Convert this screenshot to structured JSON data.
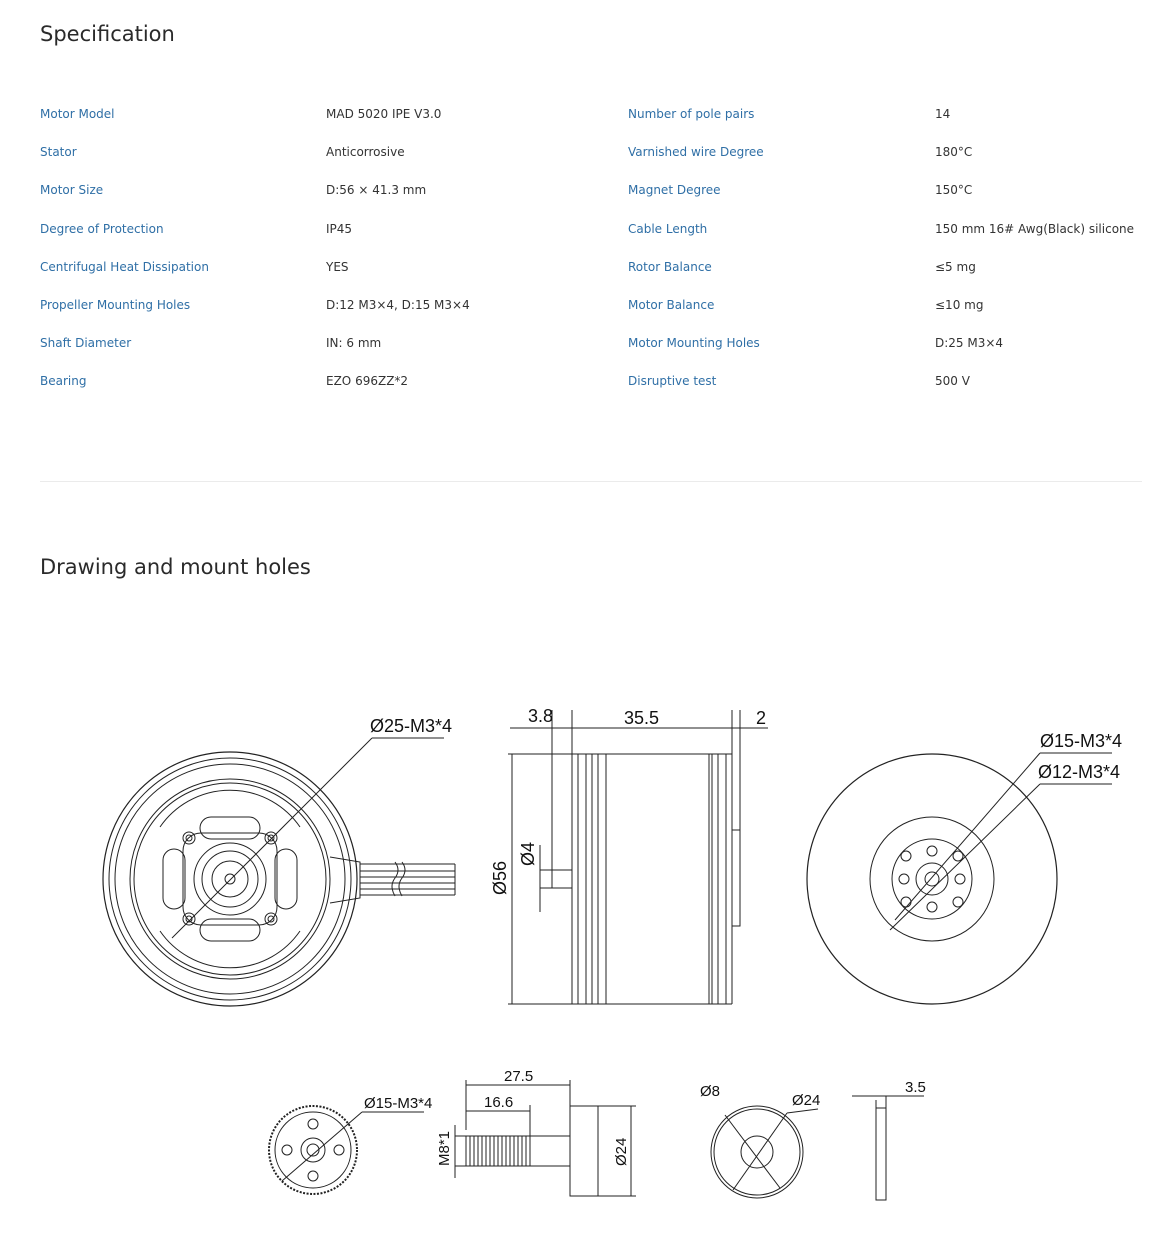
{
  "spec_section": {
    "title": "Specification",
    "rows": [
      {
        "label_left": "Motor Model",
        "value_left": "MAD 5020 IPE V3.0",
        "label_right": "Number of pole pairs",
        "value_right": "14"
      },
      {
        "label_left": "Stator",
        "value_left": "Anticorrosive",
        "label_right": "Varnished wire Degree",
        "value_right": "180°C"
      },
      {
        "label_left": "Motor Size",
        "value_left": "D:56 × 41.3 mm",
        "label_right": "Magnet Degree",
        "value_right": "150°C"
      },
      {
        "label_left": "Degree of Protection",
        "value_left": "IP45",
        "label_right": "Cable Length",
        "value_right": "150 mm 16# Awg(Black) silicone"
      },
      {
        "label_left": "Centrifugal Heat Dissipation",
        "value_left": "YES",
        "label_right": "Rotor Balance",
        "value_right": "≤5 mg"
      },
      {
        "label_left": "Propeller Mounting Holes",
        "value_left": "D:12 M3×4,  D:15 M3×4",
        "label_right": "Motor Balance",
        "value_right": "≤10 mg"
      },
      {
        "label_left": "Shaft Diameter",
        "value_left": "IN: 6 mm",
        "label_right": "Motor Mounting Holes",
        "value_right": "D:25 M3×4"
      },
      {
        "label_left": "Bearing",
        "value_left": "EZO 696ZZ*2",
        "label_right": "Disruptive test",
        "value_right": "500 V"
      }
    ]
  },
  "drawing_section": {
    "title": "Drawing and mount holes",
    "labels": {
      "base_holes": "Ø25-M3*4",
      "side_left": "3.8",
      "side_middle": "35.5",
      "side_right": "2",
      "side_diameter": "Ø56",
      "shaft_diameter": "Ø4",
      "top_holes_outer": "Ø15-M3*4",
      "top_holes_inner": "Ø12-M3*4",
      "adapter_holes": "Ø15-M3*4",
      "shaft_total": "27.5",
      "shaft_thread": "16.6",
      "shaft_thread_size": "M8*1",
      "shaft_head": "Ø24",
      "washer_inner": "Ø8",
      "washer_outer": "Ø24",
      "washer_thickness": "3.5"
    }
  },
  "colors": {
    "label": "#2f6fa6",
    "value": "#333333",
    "divider": "#ebebeb"
  }
}
